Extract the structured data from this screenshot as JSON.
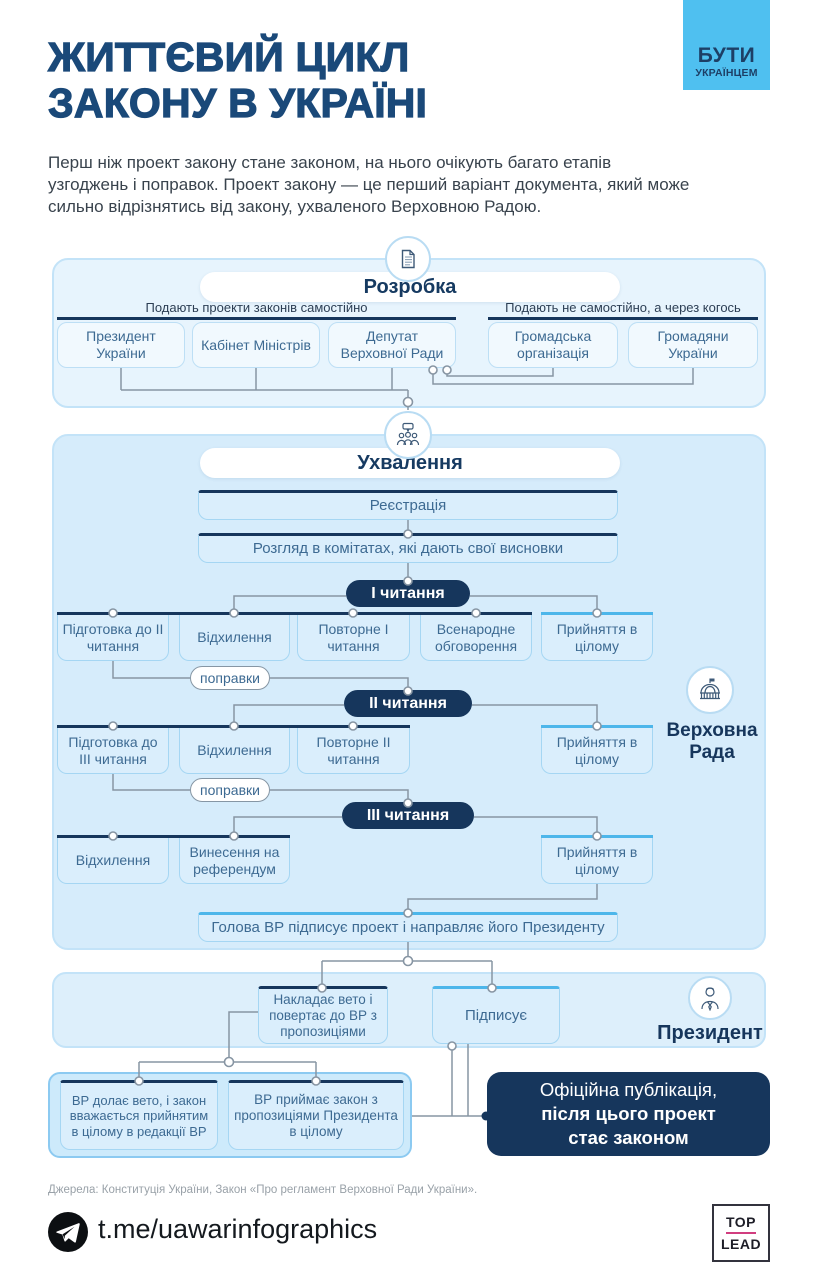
{
  "badge": {
    "line1": "БУТИ",
    "line2": "УКРАЇНЦЕМ"
  },
  "header": {
    "title_line1": "ЖИТТЄВИЙ ЦИКЛ",
    "title_line2": "ЗАКОНУ В УКРАЇНІ",
    "intro": "Перш ніж проект закону стане законом, на нього очікують багато етапів узгоджень і поправок. Проект закону — це перший варіант документа, який може сильно відрізнятись від закону, ухваленого Верховною Радою."
  },
  "development": {
    "title": "Розробка",
    "group_self": {
      "label": "Подають проекти законів самостійно",
      "items": [
        "Президент України",
        "Кабінет Міністрів",
        "Депутат Верховної Ради"
      ]
    },
    "group_via": {
      "label": "Подають не самостійно, а через когось",
      "items": [
        "Громадська організація",
        "Громадяни України"
      ]
    }
  },
  "adoption": {
    "title": "Ухвалення",
    "registration": "Реєстрація",
    "committees": "Розгляд в комітатах, які дають свої висновки",
    "reading1": {
      "label": "І читання",
      "outcomes": [
        "Підготовка до ІІ читання",
        "Відхилення",
        "Повторне І читання",
        "Всенародне обговорення"
      ],
      "accept": "Прийняття в цілому"
    },
    "amendments1": "поправки",
    "reading2": {
      "label": "ІІ читання",
      "outcomes": [
        "Підготовка до ІІІ читання",
        "Відхилення",
        "Повторне ІІ читання"
      ],
      "accept": "Прийняття в цілому"
    },
    "amendments2": "поправки",
    "reading3": {
      "label": "ІІІ читання",
      "outcomes": [
        "Відхилення",
        "Винесення на референдум"
      ],
      "accept": "Прийняття в цілому"
    },
    "head_signs": "Голова ВР підписує проект і направляє його Президенту",
    "actor_line1": "Верховна",
    "actor_line2": "Рада"
  },
  "president": {
    "veto": "Накладає вето і повертає до ВР з пропозиціями",
    "signs": "Підписує",
    "actor": "Президент"
  },
  "outcomes": {
    "override": "ВР долає вето, і закон вважається прийнятим в цілому в редакції ВР",
    "accept_with_props": "ВР приймає закон з пропозиціями Президента в цілому",
    "publication_line1": "Офіційна публікація,",
    "publication_line2": "після цього проект",
    "publication_line3": "стає законом"
  },
  "footer": {
    "sources": "Джерела: Конституція України, Закон «Про регламент Верховної Ради України».",
    "telegram": "t.me/uawarinfographics",
    "logo_top": "TOP",
    "logo_bottom": "LEAD"
  },
  "colors": {
    "navy": "#16365c",
    "title_navy": "#1a4979",
    "accent_cyan": "#4db6ea",
    "badge_blue": "#4fc0f0",
    "section_blue": "#d6ecfb",
    "connector_gray": "#8795a3",
    "logo_pink": "#d13d7f"
  }
}
